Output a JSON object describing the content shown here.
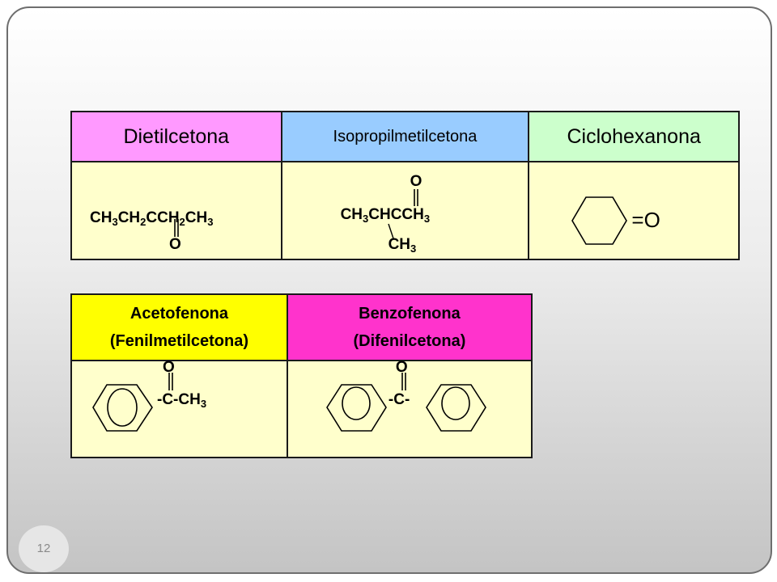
{
  "table1": {
    "headers": [
      {
        "label": "Dietilcetona",
        "color": "#ff99ff"
      },
      {
        "label": "Isopropilmetilcetona",
        "color": "#99ccff"
      },
      {
        "label": "Ciclohexanona",
        "color": "#ccffcc"
      }
    ],
    "dietil": {
      "formula_parts": [
        "CH",
        "3",
        "CH",
        "2",
        "CCH",
        "2",
        "CH",
        "3"
      ],
      "oxygen": "O"
    },
    "isoprop": {
      "oxygen": "O",
      "formula_parts": [
        "CH",
        "3",
        "CHCCH",
        "3"
      ],
      "branch_parts": [
        "CH",
        "3"
      ]
    },
    "ciclo": {
      "oxygen_label": "=O"
    }
  },
  "table2": {
    "headers": [
      {
        "line1": "Acetofenona",
        "line2": "(Fenilmetilcetona)",
        "color": "#ffff00"
      },
      {
        "line1": "Benzofenona",
        "line2": "(Difenilcetona)",
        "color": "#ff33cc"
      }
    ],
    "aceto": {
      "oxygen": "O",
      "formula_parts": [
        "-C-CH",
        "3"
      ]
    },
    "benzo": {
      "oxygen": "O",
      "formula": "-C-"
    }
  },
  "page_number": "12",
  "colors": {
    "cell_fill": "#ffffcc",
    "border": "#1a1a1a"
  }
}
